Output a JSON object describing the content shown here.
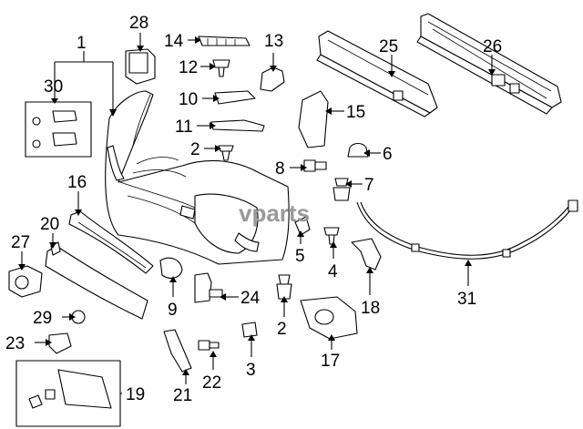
{
  "watermark": "vparts",
  "callouts": [
    "1",
    "2",
    "2",
    "5",
    "6",
    "7",
    "8",
    "9",
    "10",
    "11",
    "12",
    "13",
    "14",
    "15",
    "16",
    "17",
    "18",
    "19",
    "20",
    "21",
    "22",
    "23",
    "24",
    "25",
    "26",
    "27",
    "28",
    "29",
    "30",
    "31",
    "3",
    "4"
  ]
}
